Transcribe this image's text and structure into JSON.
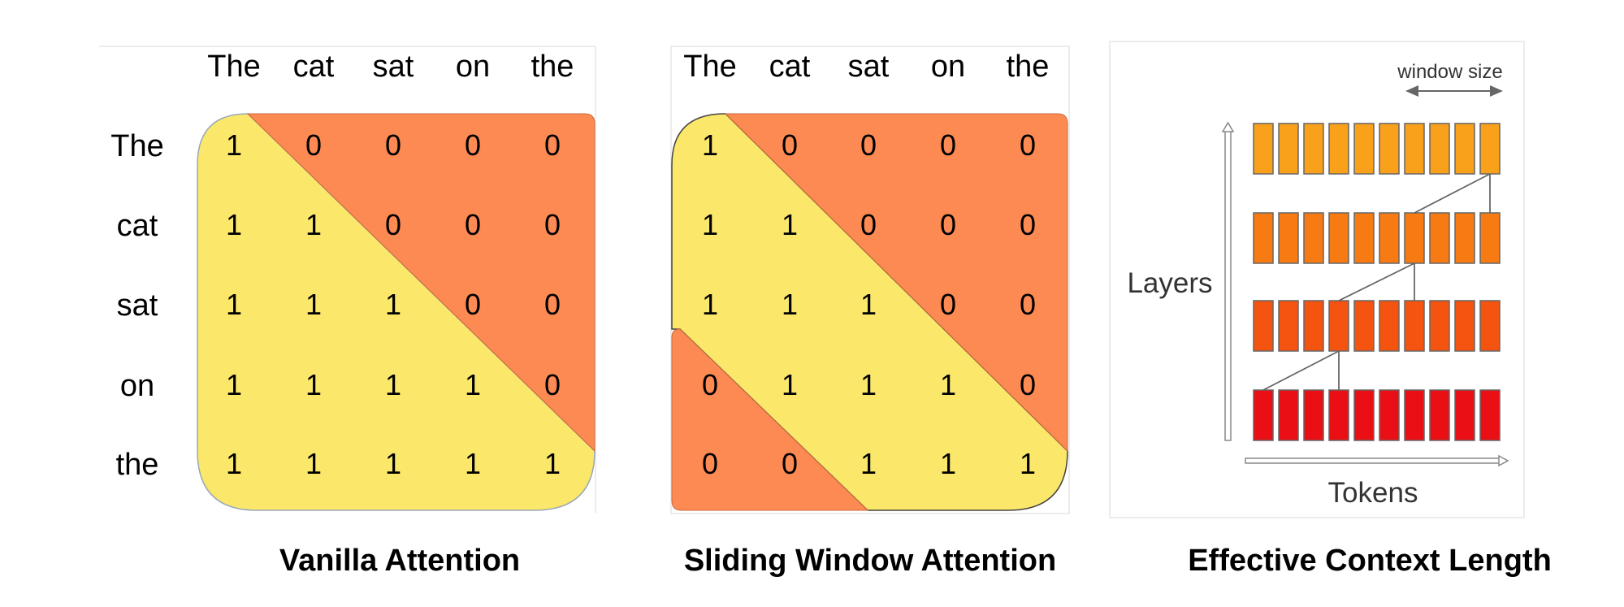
{
  "tokens": [
    "The",
    "cat",
    "sat",
    "on",
    "the"
  ],
  "vanilla": {
    "caption": "Vanilla Attention",
    "matrix": [
      [
        1,
        0,
        0,
        0,
        0
      ],
      [
        1,
        1,
        0,
        0,
        0
      ],
      [
        1,
        1,
        1,
        0,
        0
      ],
      [
        1,
        1,
        1,
        1,
        0
      ],
      [
        1,
        1,
        1,
        1,
        1
      ]
    ]
  },
  "sliding": {
    "caption": "Sliding Window Attention",
    "matrix": [
      [
        1,
        0,
        0,
        0,
        0
      ],
      [
        1,
        1,
        0,
        0,
        0
      ],
      [
        1,
        1,
        1,
        0,
        0
      ],
      [
        0,
        1,
        1,
        1,
        0
      ],
      [
        0,
        0,
        1,
        1,
        1
      ]
    ]
  },
  "effective": {
    "caption": "Effective Context Length",
    "window_label": "window size",
    "y_label": "Layers",
    "x_label": "Tokens",
    "layers": 4,
    "tokens_per_layer": 10,
    "layer_colors": [
      "#f9a11b",
      "#f77a12",
      "#f4540f",
      "#ea0f14"
    ]
  },
  "colors": {
    "attend": "#fbe86a",
    "masked": "#fd8a53"
  }
}
